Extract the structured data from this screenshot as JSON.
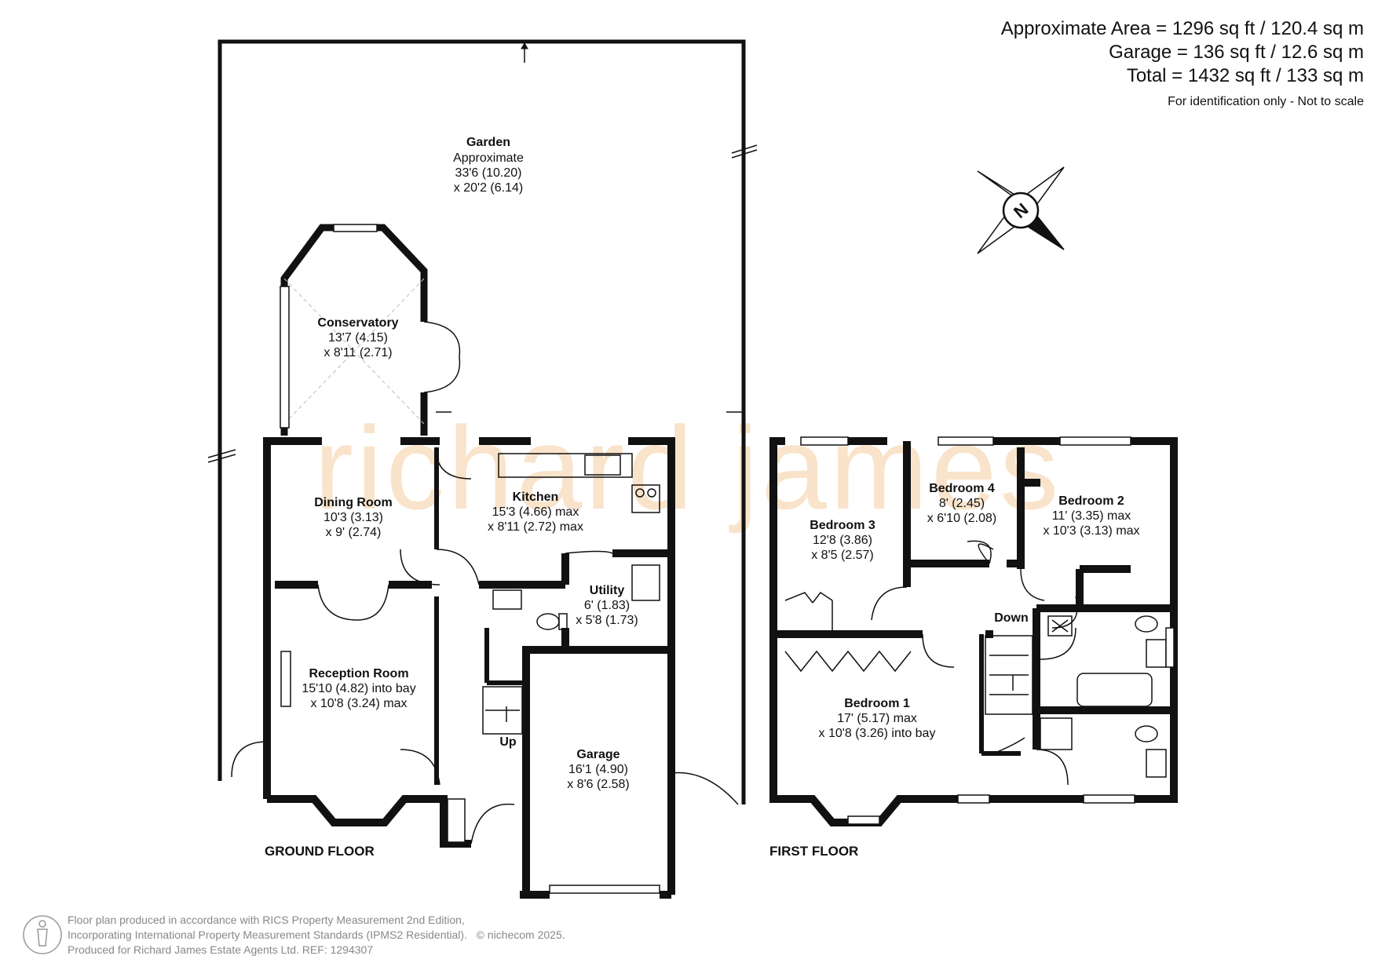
{
  "header": {
    "area_line": "Approximate Area = 1296 sq ft / 120.4 sq m",
    "garage_line": "Garage = 136 sq ft / 12.6 sq m",
    "total_line": "Total = 1432 sq ft / 133 sq m",
    "note": "For identification only - Not to scale"
  },
  "watermark": "richard james",
  "compass": {
    "letter": "N"
  },
  "floors": {
    "ground": "GROUND FLOOR",
    "first": "FIRST FLOOR"
  },
  "rooms": {
    "garden": {
      "name": "Garden",
      "l1": "Approximate",
      "l2": "33'6 (10.20)",
      "l3": "x 20'2 (6.14)"
    },
    "conservatory": {
      "name": "Conservatory",
      "l1": "13'7 (4.15)",
      "l2": "x 8'11 (2.71)"
    },
    "dining": {
      "name": "Dining Room",
      "l1": "10'3 (3.13)",
      "l2": "x 9' (2.74)"
    },
    "kitchen": {
      "name": "Kitchen",
      "l1": "15'3 (4.66) max",
      "l2": "x 8'11 (2.72) max"
    },
    "utility": {
      "name": "Utility",
      "l1": "6' (1.83)",
      "l2": "x 5'8 (1.73)"
    },
    "reception": {
      "name": "Reception Room",
      "l1": "15'10 (4.82) into bay",
      "l2": "x 10'8 (3.24) max"
    },
    "garage": {
      "name": "Garage",
      "l1": "16'1 (4.90)",
      "l2": "x 8'6 (2.58)"
    },
    "bedroom3": {
      "name": "Bedroom 3",
      "l1": "12'8 (3.86)",
      "l2": "x 8'5 (2.57)"
    },
    "bedroom4": {
      "name": "Bedroom 4",
      "l1": "8' (2.45)",
      "l2": "x 6'10 (2.08)"
    },
    "bedroom2": {
      "name": "Bedroom 2",
      "l1": "11' (3.35) max",
      "l2": "x 10'3 (3.13) max"
    },
    "bedroom1": {
      "name": "Bedroom 1",
      "l1": "17' (5.17) max",
      "l2": "x 10'8 (3.26) into bay"
    }
  },
  "stairs": {
    "up": "Up",
    "down": "Down"
  },
  "footer": {
    "line1": "Floor plan produced in accordance with RICS Property Measurement 2nd Edition,",
    "line2": "Incorporating International Property Measurement Standards (IPMS2 Residential).",
    "copyright": "© nichecom 2025.",
    "line3": "Produced for Richard James Estate Agents Ltd.   REF: 1294307"
  }
}
